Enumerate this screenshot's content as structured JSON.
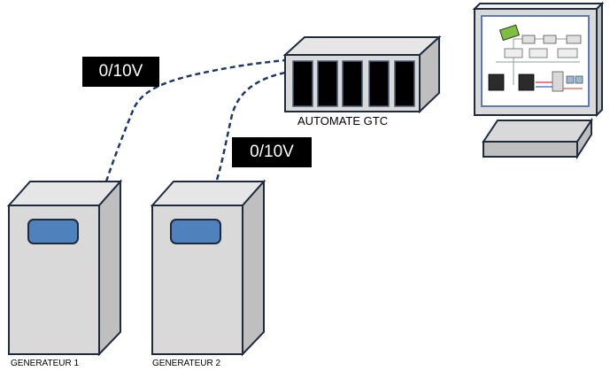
{
  "signals": {
    "link1": "0/10V",
    "link2": "0/10V"
  },
  "devices": {
    "automate": "AUTOMATE GTC",
    "generator1": "GENERATEUR 1",
    "generator2": "GENERATEUR 2"
  },
  "colors": {
    "cabinet_front": "#d9d9d9",
    "cabinet_side": "#bfbfbf",
    "cabinet_top": "#e6e6e6",
    "panel_blue": "#4f81bd",
    "outline": "#1f2a3d",
    "slot": "#000000",
    "link": "#1f3864",
    "monitor_top": "#f2f2f2",
    "monitor_screen_border": "#5b7ab5"
  },
  "icons": [
    "automate-rack-icon",
    "generator-cabinet-icon",
    "pc-monitor-icon",
    "pc-base-icon"
  ]
}
